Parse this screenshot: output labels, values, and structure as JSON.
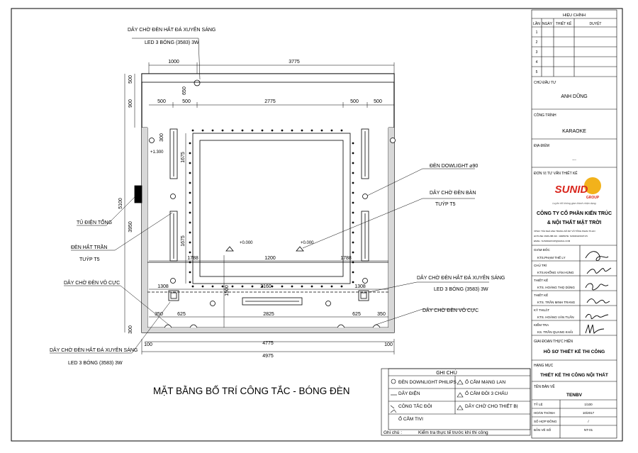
{
  "drawing": {
    "title": "MẶT BẰNG BỐ TRÍ CÔNG TẮC - BÓNG ĐÈN",
    "dims_top": {
      "row1": [
        "1000",
        "3775"
      ],
      "row2": [
        "500",
        "500",
        "2775",
        "500",
        "500"
      ],
      "left_v": [
        "500",
        "900",
        "650"
      ]
    },
    "dims_left": [
      "5100",
      "3950",
      "300",
      "300",
      "1675",
      "1675",
      "1500"
    ],
    "dims_inner": [
      "1788",
      "1200",
      "1788",
      "1308",
      "2160",
      "1308",
      "350",
      "625",
      "2825",
      "625",
      "350"
    ],
    "dims_bottom": [
      "100",
      "4775",
      "100",
      "4975"
    ],
    "levels": [
      "+1.300",
      "+0.000",
      "+0.000",
      "300"
    ],
    "labels": {
      "l1a": "DÂY CHỜ ĐÈN HẮT ĐÁ XUYÊN SÁNG",
      "l1b": "LED 3 BÓNG (3583) 3W",
      "l2": "ĐÈN DOWLIGHT ⌀90",
      "l3a": "DÂY CHỜ ĐÈN BÀN",
      "l3b": "TUÝP T5",
      "l4": "TỦ ĐIỆN TỔNG",
      "l5a": "ĐÈN HẮT TRẦN",
      "l5b": "TUÝP T5",
      "l6": "DÂY CHỜ ĐÈN VÔ CỰC",
      "l7a": "DÂY CHỜ ĐÈN HẮT ĐÁ XUYÊN SÁNG",
      "l7b": "LED 3 BÓNG (3583) 3W",
      "l8": "DÂY CHỜ ĐÈN VÔ CỰC",
      "l9a": "DÂY CHỜ ĐÈN HẮT ĐÁ XUYÊN SÁNG",
      "l9b": "LED 3 BÓNG (3583) 3W"
    }
  },
  "legend": {
    "title": "GHI CHÚ",
    "items": [
      "ĐÈN DOWNLIGHT PHILIPS",
      "Ổ CẮM MẠNG LAN",
      "DÂY ĐIỆN",
      "Ổ CẮM ĐÔI 3 CHẤU",
      "CÔNG TẮC ĐÔI",
      "DÂY CHỜ CHO THIẾT BỊ",
      "Ổ CẮM TIVI"
    ],
    "note_label": "Ghi chú :",
    "note_text": "Kiểm tra thực tế trước khi thi công"
  },
  "title_block": {
    "revision_title": "HIỆU CHỈNH",
    "rev_headers": [
      "LẦN",
      "NGÀY",
      "THIẾT KẾ",
      "DUYỆT"
    ],
    "rev_rows": [
      "1",
      "2",
      "3",
      "4",
      "5"
    ],
    "investor_label": "CHỦ ĐẦU TƯ",
    "investor": "ANH DŨNG",
    "project_label": "CÔNG TRÌNH",
    "project": "KARAOKE",
    "location_label": "ĐỊA ĐIỂM",
    "location": "...",
    "consultant_label": "ĐƠN VỊ TƯ VẤN THIẾT KẾ",
    "logo_text": "SUNID",
    "logo_sub": "GROUP",
    "logo_tagline": "Luyện tốt không gian thành nhận dạng",
    "company_line1": "CÔNG TY CỔ PHẦN KIẾN TRÚC",
    "company_line2": "& NỘI THẤT MẶT TRỜI",
    "company_info": [
      "VPGD: TÒA NHÀ ANH TRANG-SỐ 497 VŨ TÔNG PHAN-TX-HN",
      "HOTLINE: 0936.288.310 - WEBSITE: SUNIDGROUP.VN",
      "EMAIL: SUNIDGROUP@GMAIL.COM"
    ],
    "roles": [
      {
        "role": "GIÁM ĐỐC",
        "name": "KTS.PHẠM THẾ LY"
      },
      {
        "role": "CHỦ TRÌ",
        "name": "KTS.KHỔNG VĂN HÙNG"
      },
      {
        "role": "THIẾT KẾ",
        "name": "KTS. HOÀNG THỌ DŨNG"
      },
      {
        "role": "THIẾT KẾ",
        "name": "KTS. TRẦN MINH TRANG"
      },
      {
        "role": "KỸ THUẬT",
        "name": "KTS. HOÀNG VĂN TUẤN"
      },
      {
        "role": "KIỂM TRA",
        "name": "KS. TRẦN QUANG KHẢI"
      }
    ],
    "phase_label": "GIAI ĐOẠN THỰC HIỆN",
    "phase": "HỒ SƠ THIẾT KẾ THI CÔNG",
    "category_label": "HẠNG MỤC",
    "category": "THIẾT KẾ THI CÔNG NỘI THẤT",
    "sheet_name_label": "TÊN BẢN VẼ",
    "sheet_name": "TENBV",
    "meta": [
      {
        "k": "TỶ LỆ",
        "v": "1/100"
      },
      {
        "k": "HOÀN THÀNH",
        "v": "10/2017"
      },
      {
        "k": "SỐ HỢP ĐỒNG",
        "v": "/"
      },
      {
        "k": "BẢN VẼ SỐ",
        "v": "NT-01"
      }
    ]
  },
  "colors": {
    "line": "#000000",
    "logo_red": "#d9251c",
    "logo_yellow": "#f2b21b"
  }
}
